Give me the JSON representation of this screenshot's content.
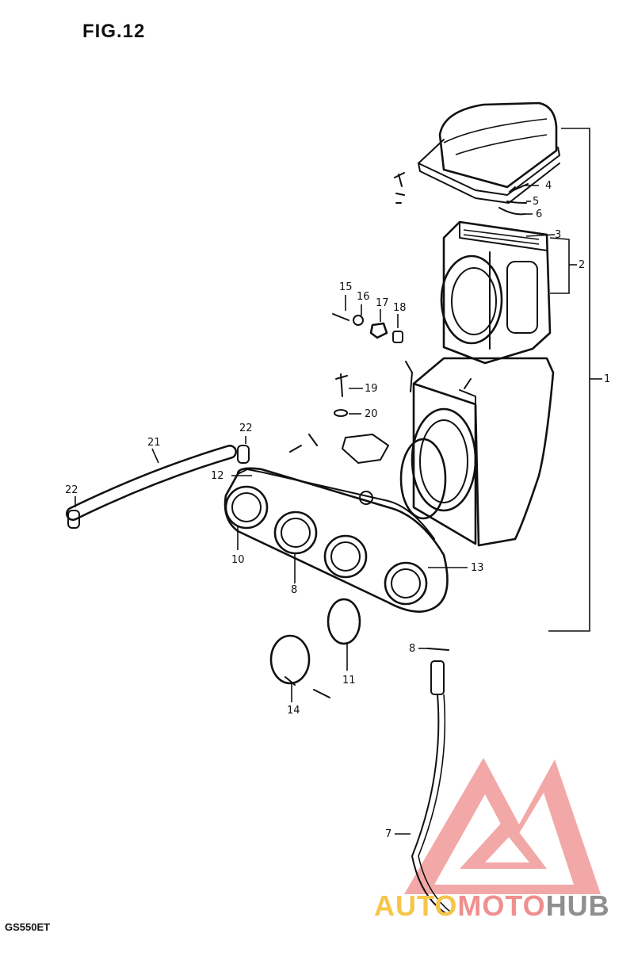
{
  "figure": {
    "title": "FIG.12",
    "model_code": "GS550ET"
  },
  "callouts": [
    "1",
    "2",
    "3",
    "4",
    "5",
    "6",
    "7",
    "8",
    "8",
    "10",
    "11",
    "12",
    "13",
    "14",
    "15",
    "16",
    "17",
    "18",
    "19",
    "20",
    "21",
    "22",
    "22"
  ],
  "watermark": {
    "part_a": "AUTO",
    "part_b": "MOTO",
    "part_c": "HUB",
    "colors": {
      "auto": "#f6c54a",
      "moto": "#f08f8f",
      "hub": "#8f8f8f",
      "logo": "#f29a9a"
    }
  }
}
